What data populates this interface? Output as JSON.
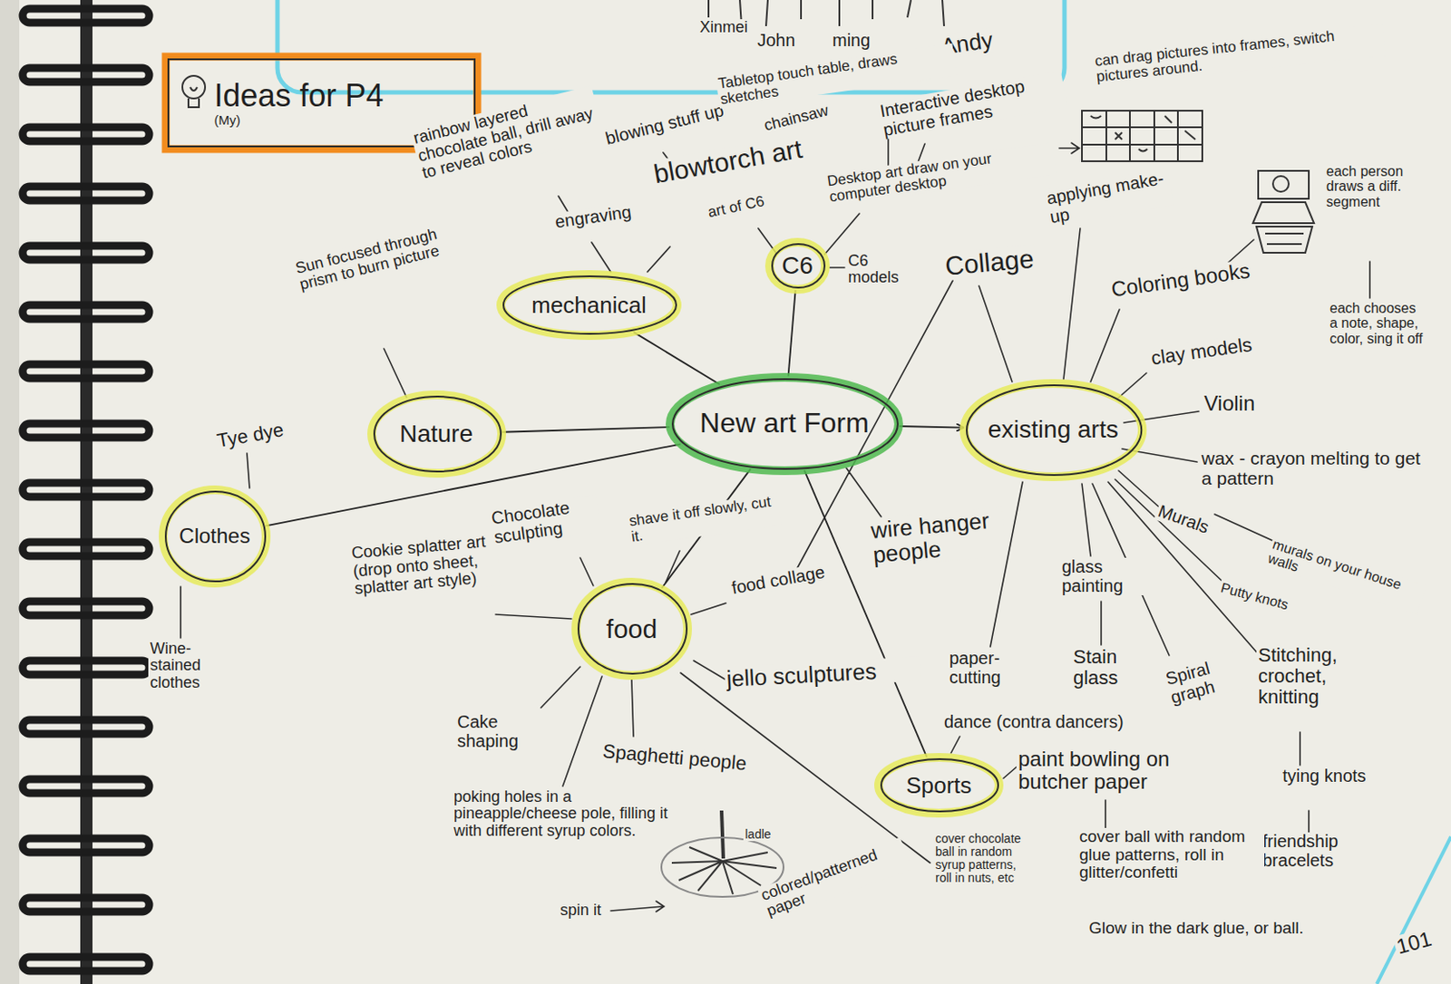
{
  "diagram": {
    "nodes": [
      {
        "text": [
          "Ideas for P4",
          "(My)"
        ]
      },
      {
        "text": [
          "C6"
        ]
      },
      {
        "text": [
          "mechanical"
        ]
      },
      {
        "text": [
          "New art Form"
        ]
      },
      {
        "text": [
          "existing arts"
        ]
      },
      {
        "text": [
          "Nature"
        ]
      },
      {
        "text": [
          "Clothes"
        ]
      },
      {
        "text": [
          "food"
        ]
      },
      {
        "text": [
          "Sports"
        ]
      }
    ],
    "edges": [
      {
        "from": 3,
        "to": 1,
        "arrow": "none"
      },
      {
        "from": 3,
        "to": 2,
        "arrow": "none"
      },
      {
        "from": 3,
        "to": 4,
        "arrow": "to"
      },
      {
        "from": 3,
        "to": 5,
        "arrow": "none"
      },
      {
        "from": 3,
        "to": 6,
        "arrow": "none"
      },
      {
        "from": 3,
        "to": 7,
        "arrow": "none"
      },
      {
        "from": 3,
        "to": 8,
        "arrow": "none"
      }
    ],
    "labels": [
      "Xinmei",
      "John",
      "ming",
      "Andy",
      "rainbow layered chocolate ball, drill away to reveal colors",
      "blowing stuff up",
      "chainsaw",
      "Tabletop touch table, draws sketches",
      "Interactive desktop picture frames",
      "can drag pictures into frames, switch pictures around.",
      "engraving",
      "blowtorch art",
      "art of C6",
      "Desktop art draw on your computer desktop",
      "C6 models",
      "Collage",
      "applying make-up",
      "Coloring books",
      "each person draws a diff. segment",
      "each chooses a note, shape, color, sing it off",
      "clay models",
      "Violin",
      "wax - crayon melting to get a pattern",
      "Murals",
      "murals on your house walls",
      "Putty knots",
      "Stitching, crochet, knitting",
      "tying knots",
      "friendship bracelets",
      "glass painting",
      "Stain glass",
      "Spiral graph",
      "paper-cutting",
      "wire hanger people",
      "Sun focused through prism to burn picture",
      "Tye dye",
      "Wine-stained clothes",
      "Cookie splatter art (drop onto sheet, splatter art style)",
      "Chocolate sculpting",
      "shave it off slowly, cut it.",
      "food collage",
      "jello sculptures",
      "Cake shaping",
      "Spaghetti people",
      "poking holes in a pineapple/cheese pole, filling it with different syrup colors.",
      "ladle",
      "spin it",
      "colored/patterned paper",
      "cover chocolate ball in random syrup patterns, roll in nuts, etc",
      "dance (contra dancers)",
      "paint bowling on butcher paper",
      "cover ball with random glue patterns, roll in glitter/confetti",
      "Glow in the dark glue, or ball.",
      "101"
    ]
  }
}
